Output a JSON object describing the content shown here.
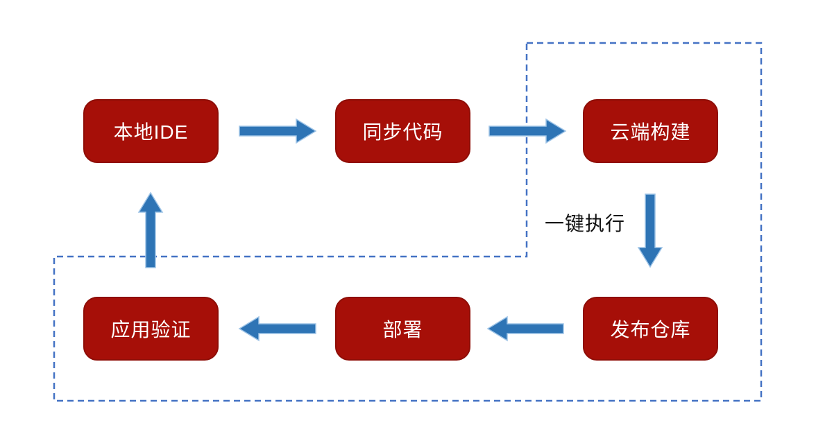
{
  "colors": {
    "background": "#ffffff",
    "node_fill": "#A60F08",
    "node_border": "#8E0D06",
    "node_text": "#ffffff",
    "arrow_fill": "#2E74B5",
    "arrow_edge": "#9DC3E6",
    "dashed_border": "#4472C4",
    "annotation_text": "#111111"
  },
  "diagram": {
    "nodes": [
      {
        "id": "local-ide",
        "label": "本地IDE"
      },
      {
        "id": "sync-code",
        "label": "同步代码"
      },
      {
        "id": "cloud-build",
        "label": "云端构建"
      },
      {
        "id": "app-verify",
        "label": "应用验证"
      },
      {
        "id": "deploy",
        "label": "部署"
      },
      {
        "id": "release-repo",
        "label": "发布仓库"
      }
    ],
    "edges": [
      {
        "from": "local-ide",
        "to": "sync-code",
        "direction": "right"
      },
      {
        "from": "sync-code",
        "to": "cloud-build",
        "direction": "right"
      },
      {
        "from": "cloud-build",
        "to": "release-repo",
        "direction": "down"
      },
      {
        "from": "release-repo",
        "to": "deploy",
        "direction": "left"
      },
      {
        "from": "deploy",
        "to": "app-verify",
        "direction": "left"
      },
      {
        "from": "app-verify",
        "to": "local-ide",
        "direction": "up"
      }
    ],
    "annotation": {
      "label": "一键执行"
    },
    "boundary": {
      "shape": "L-shaped dashed region enclosing cloud-build, release-repo, deploy and app-verify"
    }
  }
}
